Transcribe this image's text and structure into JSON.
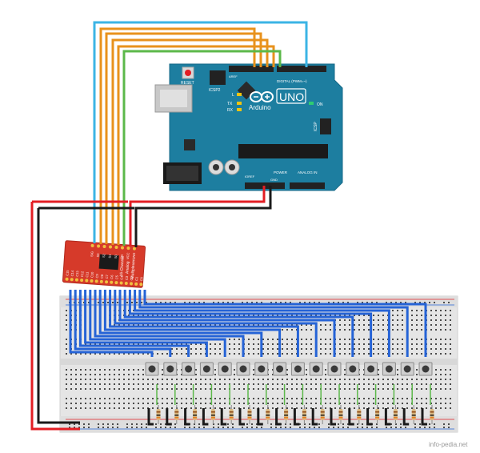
{
  "arduino": {
    "brand": "Arduino",
    "model": "UNO",
    "reset_label": "RESET",
    "icsp2_label": "ICSP2",
    "icsp_label": "ICSP",
    "led_l": "L",
    "led_tx": "TX",
    "led_rx": "RX",
    "on_label": "ON",
    "digital_label": "DIGITAL (PWM=~)",
    "power_label": "POWER",
    "analog_label": "ANALOG IN",
    "aref_label": "AREF",
    "gnd_label": "GND",
    "ioref_label": "IOREF"
  },
  "multiplexer": {
    "title": "16-Channel",
    "subtitle": "Analog",
    "subtitle2": "Multiplexer",
    "top_pins": [
      "SIG",
      "S3",
      "S2",
      "S1",
      "S0",
      "EN",
      "VCC",
      "GND"
    ],
    "bottom_pins": [
      "C15",
      "C14",
      "C13",
      "C12",
      "C11",
      "C10",
      "C9",
      "C8",
      "C7",
      "C6",
      "C5",
      "C4",
      "C3",
      "C2",
      "C1",
      "C0"
    ]
  },
  "buttons": {
    "count": 16
  },
  "watermark": "info-pedia.net",
  "colors": {
    "board_blue": "#1d7ea0",
    "mux_red": "#d63a2a",
    "wire_blue_light": "#3bb4e5",
    "wire_orange": "#e8921c",
    "wire_green": "#5cb84a",
    "wire_red": "#e31e24",
    "wire_black": "#1a1a1a",
    "wire_blue": "#2563d6",
    "breadboard": "#e6e6e6"
  }
}
